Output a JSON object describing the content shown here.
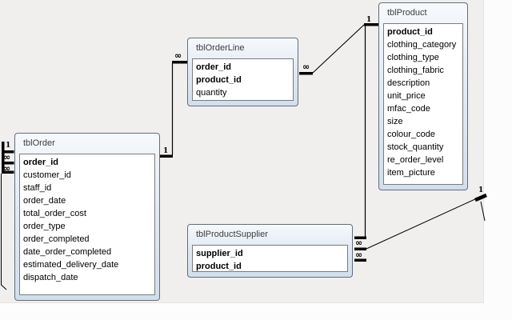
{
  "tables": [
    {
      "title": "tblOrder",
      "fields": [
        {
          "name": "order_id",
          "pk": true
        },
        {
          "name": "customer_id",
          "pk": false
        },
        {
          "name": "staff_id",
          "pk": false
        },
        {
          "name": "order_date",
          "pk": false
        },
        {
          "name": "total_order_cost",
          "pk": false
        },
        {
          "name": "order_type",
          "pk": false
        },
        {
          "name": "order_completed",
          "pk": false
        },
        {
          "name": "date_order_completed",
          "pk": false
        },
        {
          "name": "estimated_delivery_date",
          "pk": false
        },
        {
          "name": "dispatch_date",
          "pk": false
        }
      ]
    },
    {
      "title": "tblOrderLine",
      "fields": [
        {
          "name": "order_id",
          "pk": true
        },
        {
          "name": "product_id",
          "pk": true
        },
        {
          "name": "quantity",
          "pk": false
        }
      ]
    },
    {
      "title": "tblProduct",
      "fields": [
        {
          "name": "product_id",
          "pk": true
        },
        {
          "name": "clothing_category",
          "pk": false
        },
        {
          "name": "clothing_type",
          "pk": false
        },
        {
          "name": "clothing_fabric",
          "pk": false
        },
        {
          "name": "description",
          "pk": false
        },
        {
          "name": "unit_price",
          "pk": false
        },
        {
          "name": "mfac_code",
          "pk": false
        },
        {
          "name": "size",
          "pk": false
        },
        {
          "name": "colour_code",
          "pk": false
        },
        {
          "name": "stock_quantity",
          "pk": false
        },
        {
          "name": "re_order_level",
          "pk": false
        },
        {
          "name": "item_picture",
          "pk": false
        }
      ]
    },
    {
      "title": "tblProductSupplier",
      "fields": [
        {
          "name": "supplier_id",
          "pk": true
        },
        {
          "name": "product_id",
          "pk": true
        }
      ]
    }
  ],
  "relationships": [
    {
      "one_side": "tblOrder",
      "many_side": "tblOrderLine"
    },
    {
      "one_side": "tblProduct",
      "many_side": "tblOrderLine"
    },
    {
      "one_side": "tblProduct",
      "many_side": "tblProductSupplier"
    },
    {
      "one_side": "off-screen right table",
      "many_side": "tblProductSupplier"
    },
    {
      "one_side": "off-screen left table",
      "many_side": "tblOrder"
    }
  ],
  "markers": {
    "order_one": "1",
    "orderline_many_left": "∞",
    "orderline_many_right": "∞",
    "product_one": "1",
    "supplier_many_upper": "∞",
    "supplier_many_lower": "∞",
    "right_edge_one": "1",
    "left_edge": [
      "1",
      "∞",
      "∞"
    ]
  }
}
